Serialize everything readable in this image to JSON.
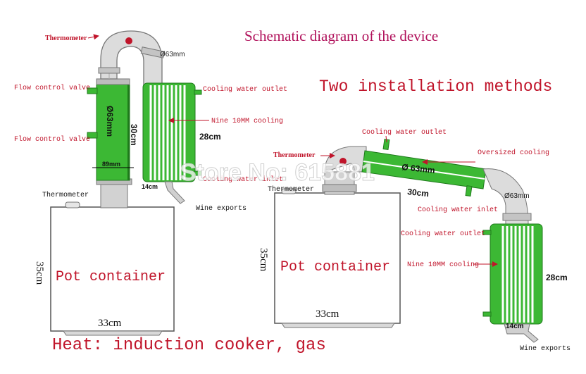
{
  "title": "Schematic diagram of the device",
  "subtitle": "Two installation methods",
  "watermark": "Store No: 615881",
  "footer": "Heat: induction cooker, gas",
  "colors": {
    "accent_red": "#c0142a",
    "title_magenta": "#b0105a",
    "green_fill": "#3cb834",
    "green_dark": "#1f7a1c",
    "pipe_grey": "#c9c9c9",
    "outline": "#555555"
  },
  "left": {
    "thermometer_top": "Thermometer",
    "elbow_dim": "Ø63mm",
    "flow_valve_1": "Flow control valve",
    "flow_valve_2": "Flow control valve",
    "column_dim": "Ø63mm",
    "column_height": "30cm",
    "column_width": "89mm",
    "cooling_outlet": "Cooling water outlet",
    "nine_cooling": "Nine 10MM cooling",
    "condenser_height": "28cm",
    "condenser_width": "14cm",
    "cooling_inlet": "Cooling water inlet",
    "wine_exports": "Wine exports",
    "thermometer_pot": "Thermometer",
    "pot_label": "Pot container",
    "pot_height": "35cm",
    "pot_width": "33cm"
  },
  "right": {
    "cooling_outlet_top": "Cooling water outlet",
    "thermometer_top": "Thermometer",
    "oversized_cooling": "Oversized cooling",
    "tube_dim": "Ø 63mm",
    "tube_length": "30cm",
    "elbow_dim": "Ø63mm",
    "cooling_inlet": "Cooling water inlet",
    "thermometer_pot": "Thermometer",
    "cooling_outlet_2": "Cooling water outlet",
    "nine_cooling": "Nine 10MM cooling",
    "condenser_height": "28cm",
    "condenser_width": "14cm",
    "wine_exports": "Wine exports",
    "pot_label": "Pot container",
    "pot_height": "35cm",
    "pot_width": "33cm"
  }
}
